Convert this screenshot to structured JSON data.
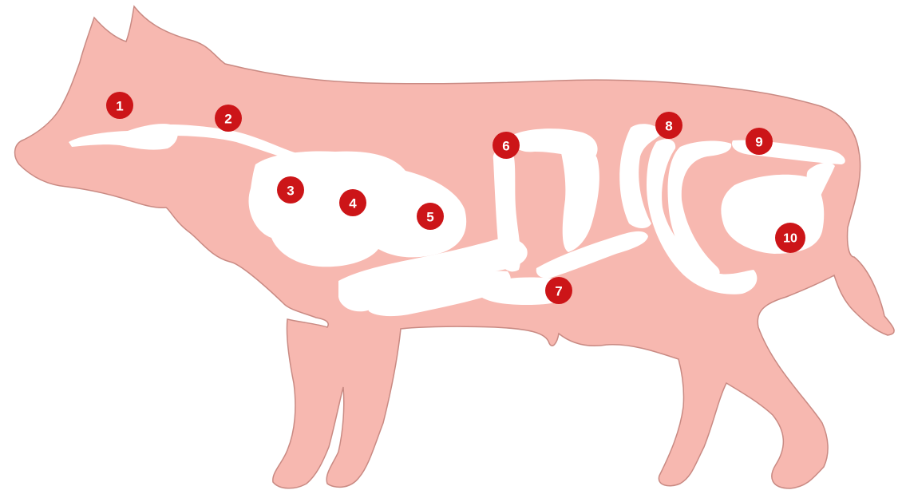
{
  "colors": {
    "body_fill": "#f7b8b0",
    "body_stroke": "#c98a83",
    "organ_fill": "#ffffff",
    "marker_fill": "#cc1518",
    "marker_text": "#ffffff",
    "background": "#ffffff"
  },
  "markers": [
    {
      "label": "1"
    },
    {
      "label": "2"
    },
    {
      "label": "3"
    },
    {
      "label": "4"
    },
    {
      "label": "5"
    },
    {
      "label": "6"
    },
    {
      "label": "7"
    },
    {
      "label": "8"
    },
    {
      "label": "9"
    },
    {
      "label": "10"
    }
  ]
}
